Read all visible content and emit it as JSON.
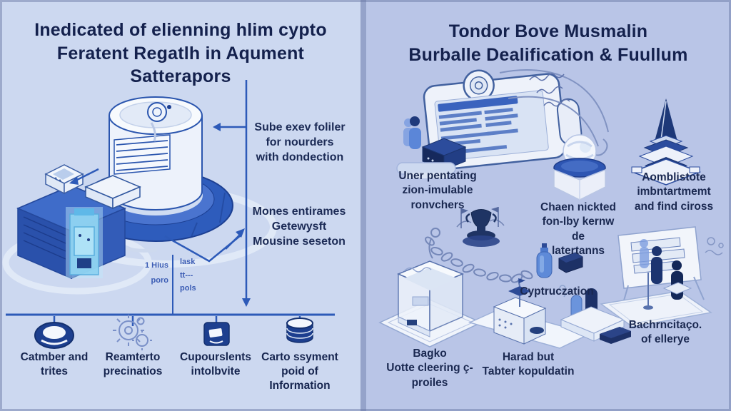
{
  "colors": {
    "left_bg": "#ccd8f0",
    "right_bg": "#b9c5e7",
    "divider": "#95a3ca",
    "title_text": "#14214d",
    "label_text": "#1b2a55",
    "note_text": "#3b5cb4",
    "line_blue": "#2d5ab8",
    "navy": "#1d3f8f",
    "royal_blue": "#2f5fc0",
    "cyan_accent": "#8ed2f1"
  },
  "left": {
    "title": "Inedicated of elienning hlim cypto\nFeratent Regatlh in Aqument Satterapors",
    "annotations": [
      {
        "id": "folder",
        "text": "Sube exev foliler\nfor nourders\nwith dondection"
      },
      {
        "id": "gateways",
        "text": "Mones entirames\nGetewysft\nMousine seseton"
      }
    ],
    "note": {
      "left": "1 Hius\nporo",
      "right": "lask\ntt---\npols"
    },
    "illustrations": [
      "mixer-machine-icon",
      "server-box-icon",
      "pump-machine-icon",
      "card-reader-icon",
      "flow-arrows",
      "timeline-axis"
    ],
    "timeline": [
      {
        "icon": "dish-icon",
        "label": "Catmber and\ntrites"
      },
      {
        "icon": "gears-icon",
        "label": "Reamterto\nprecinatios"
      },
      {
        "icon": "card-icon",
        "label": "Cupourslents\nintolbvite"
      },
      {
        "icon": "coins-icon",
        "label": "Carto ssyment\npoid of\nInformation"
      }
    ]
  },
  "right": {
    "title": "Tondor Bove Musmalin\nBurballe Dealification & Fuullum",
    "labels": {
      "user": "Uner pentating\nzion-imulable\nronvchers",
      "chain": "Chaen nickted\nfon-lby kernw\nde\nlatertanns",
      "monument": "Aomblistote\nimbntartmemt\nand find ciross",
      "crypt": "Cyptruczation",
      "bagko": "Bagko\nUotte cleering ç-\nproiles",
      "harad": "Harad but\nTabter kopuldatin",
      "board": "Bachrncitaço.\nof ellerye"
    },
    "illustrations": [
      "browser-window-icon",
      "arm-sketch",
      "handwriting-sketch",
      "user-figure-icon",
      "pot-device-icon",
      "obelisk-icon",
      "trophy-icon",
      "chain-icon",
      "bottle-icon",
      "ingot-icon",
      "kiosk-machine-icon",
      "cash-register-icon",
      "teller-desk-icon",
      "presentation-board-icon"
    ]
  }
}
